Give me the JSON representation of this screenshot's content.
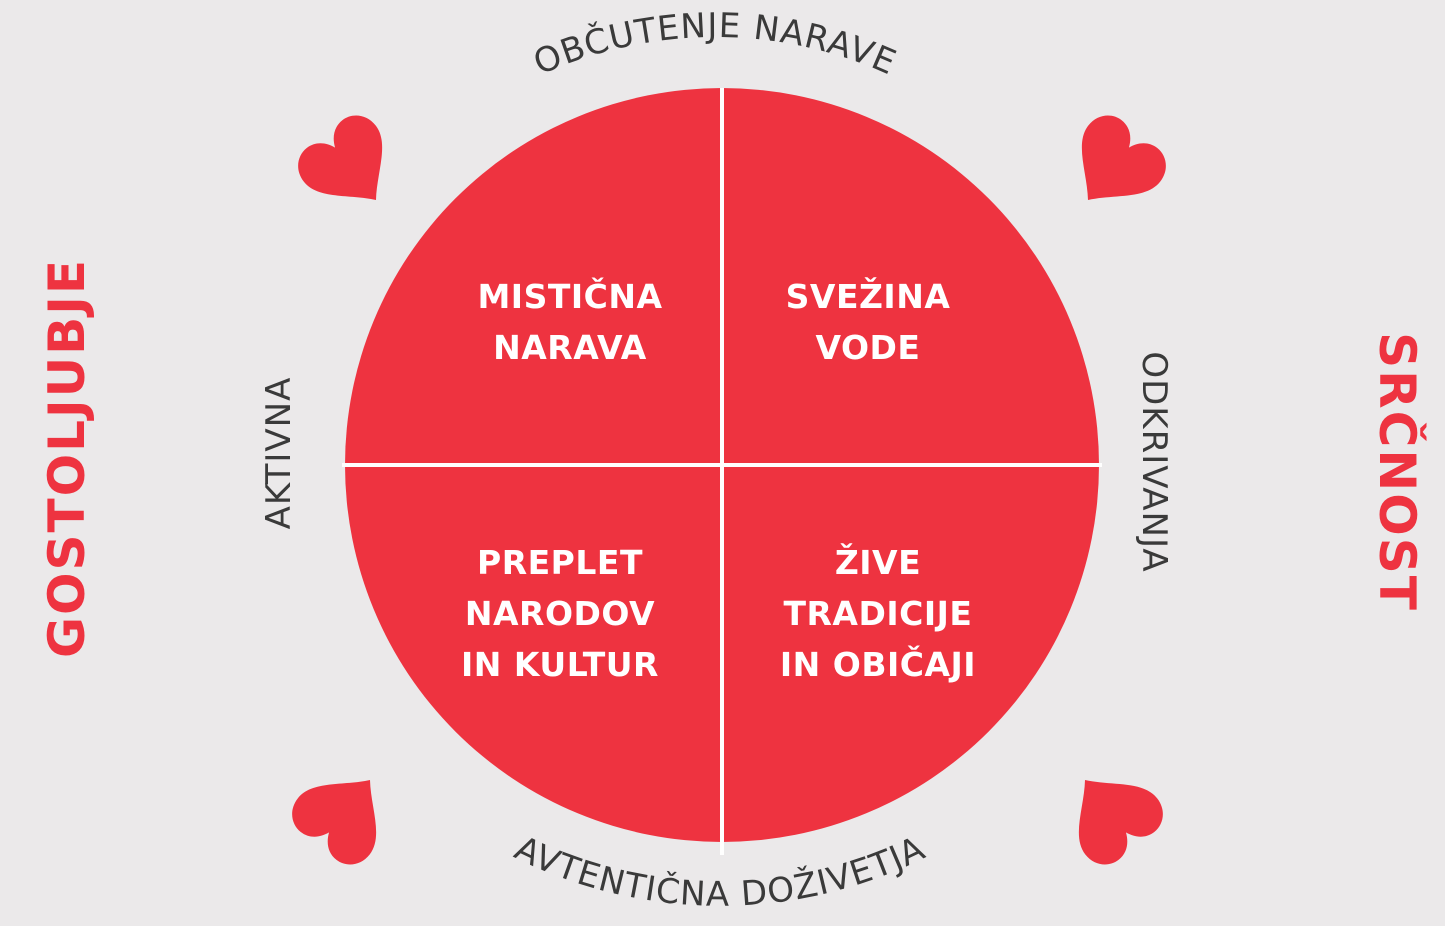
{
  "colors": {
    "background": "#ebe9ea",
    "accent": "#ee3340",
    "divider": "#ffffff",
    "text_dark": "#3a3a3a"
  },
  "arc_labels": {
    "top": "OBČUTENJE NARAVE",
    "bottom": "AVTENTIČNA DOŽIVETJA"
  },
  "side_labels": {
    "left_inner": "AKTIVNA",
    "right_inner": "ODKRIVANJA",
    "left_outer": "GOSTOLJUBJE",
    "right_outer": "SRČNOST"
  },
  "quadrants": {
    "top_left": {
      "line1": "MISTIČNA",
      "line2": "NARAVA"
    },
    "top_right": {
      "line1": "SVEŽINA",
      "line2": "VODE"
    },
    "bottom_left": {
      "line1": "PREPLET",
      "line2": "NARODOV",
      "line3": "IN KULTUR"
    },
    "bottom_right": {
      "line1": "ŽIVE",
      "line2": "TRADICIJE",
      "line3": "IN OBIČAJI"
    }
  },
  "icons": [
    "heart-icon-top-left",
    "heart-icon-top-right",
    "heart-icon-bottom-left",
    "heart-icon-bottom-right"
  ]
}
